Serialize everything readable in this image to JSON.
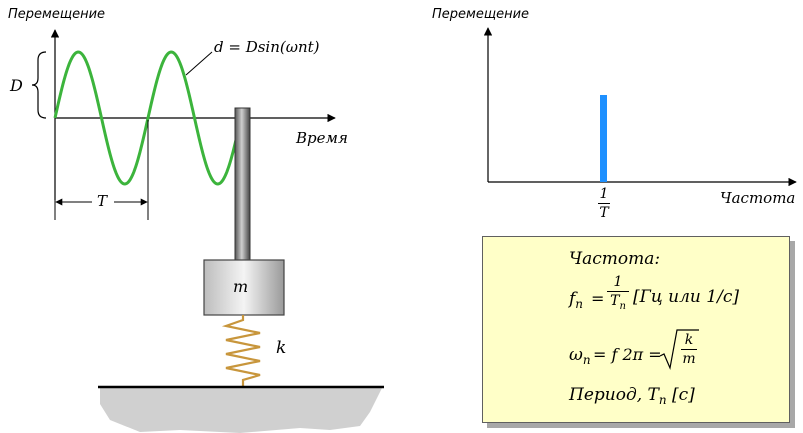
{
  "left_plot": {
    "y_axis_label": "Перемещение",
    "x_axis_label": "Время",
    "amplitude_label": "D",
    "period_label": "T",
    "equation": "d = Dsin(ωnt)",
    "mass_label": "m",
    "spring_label": "k"
  },
  "right_plot": {
    "y_axis_label": "Перемещение",
    "x_axis_label": "Частота",
    "tick_numerator": "1",
    "tick_denominator": "T",
    "bar_color": "#1e90ff"
  },
  "formulas": {
    "title": "Частота:",
    "f_lhs": "f",
    "f_sub": "n",
    "f_eq": "=",
    "f_num": "1",
    "f_den": "T",
    "f_den_sub": "n",
    "f_units": "[Гц или 1/с]",
    "w_lhs": "ω",
    "w_sub": "n",
    "w_eq": "= f 2π =",
    "w_num": "k",
    "w_den": "m",
    "period_text": "Период, T",
    "period_sub": "n",
    "period_units": "[с]"
  },
  "colors": {
    "sine": "#3cb43c",
    "spring": "#c8963c",
    "box_fill": "#ffffc8"
  }
}
